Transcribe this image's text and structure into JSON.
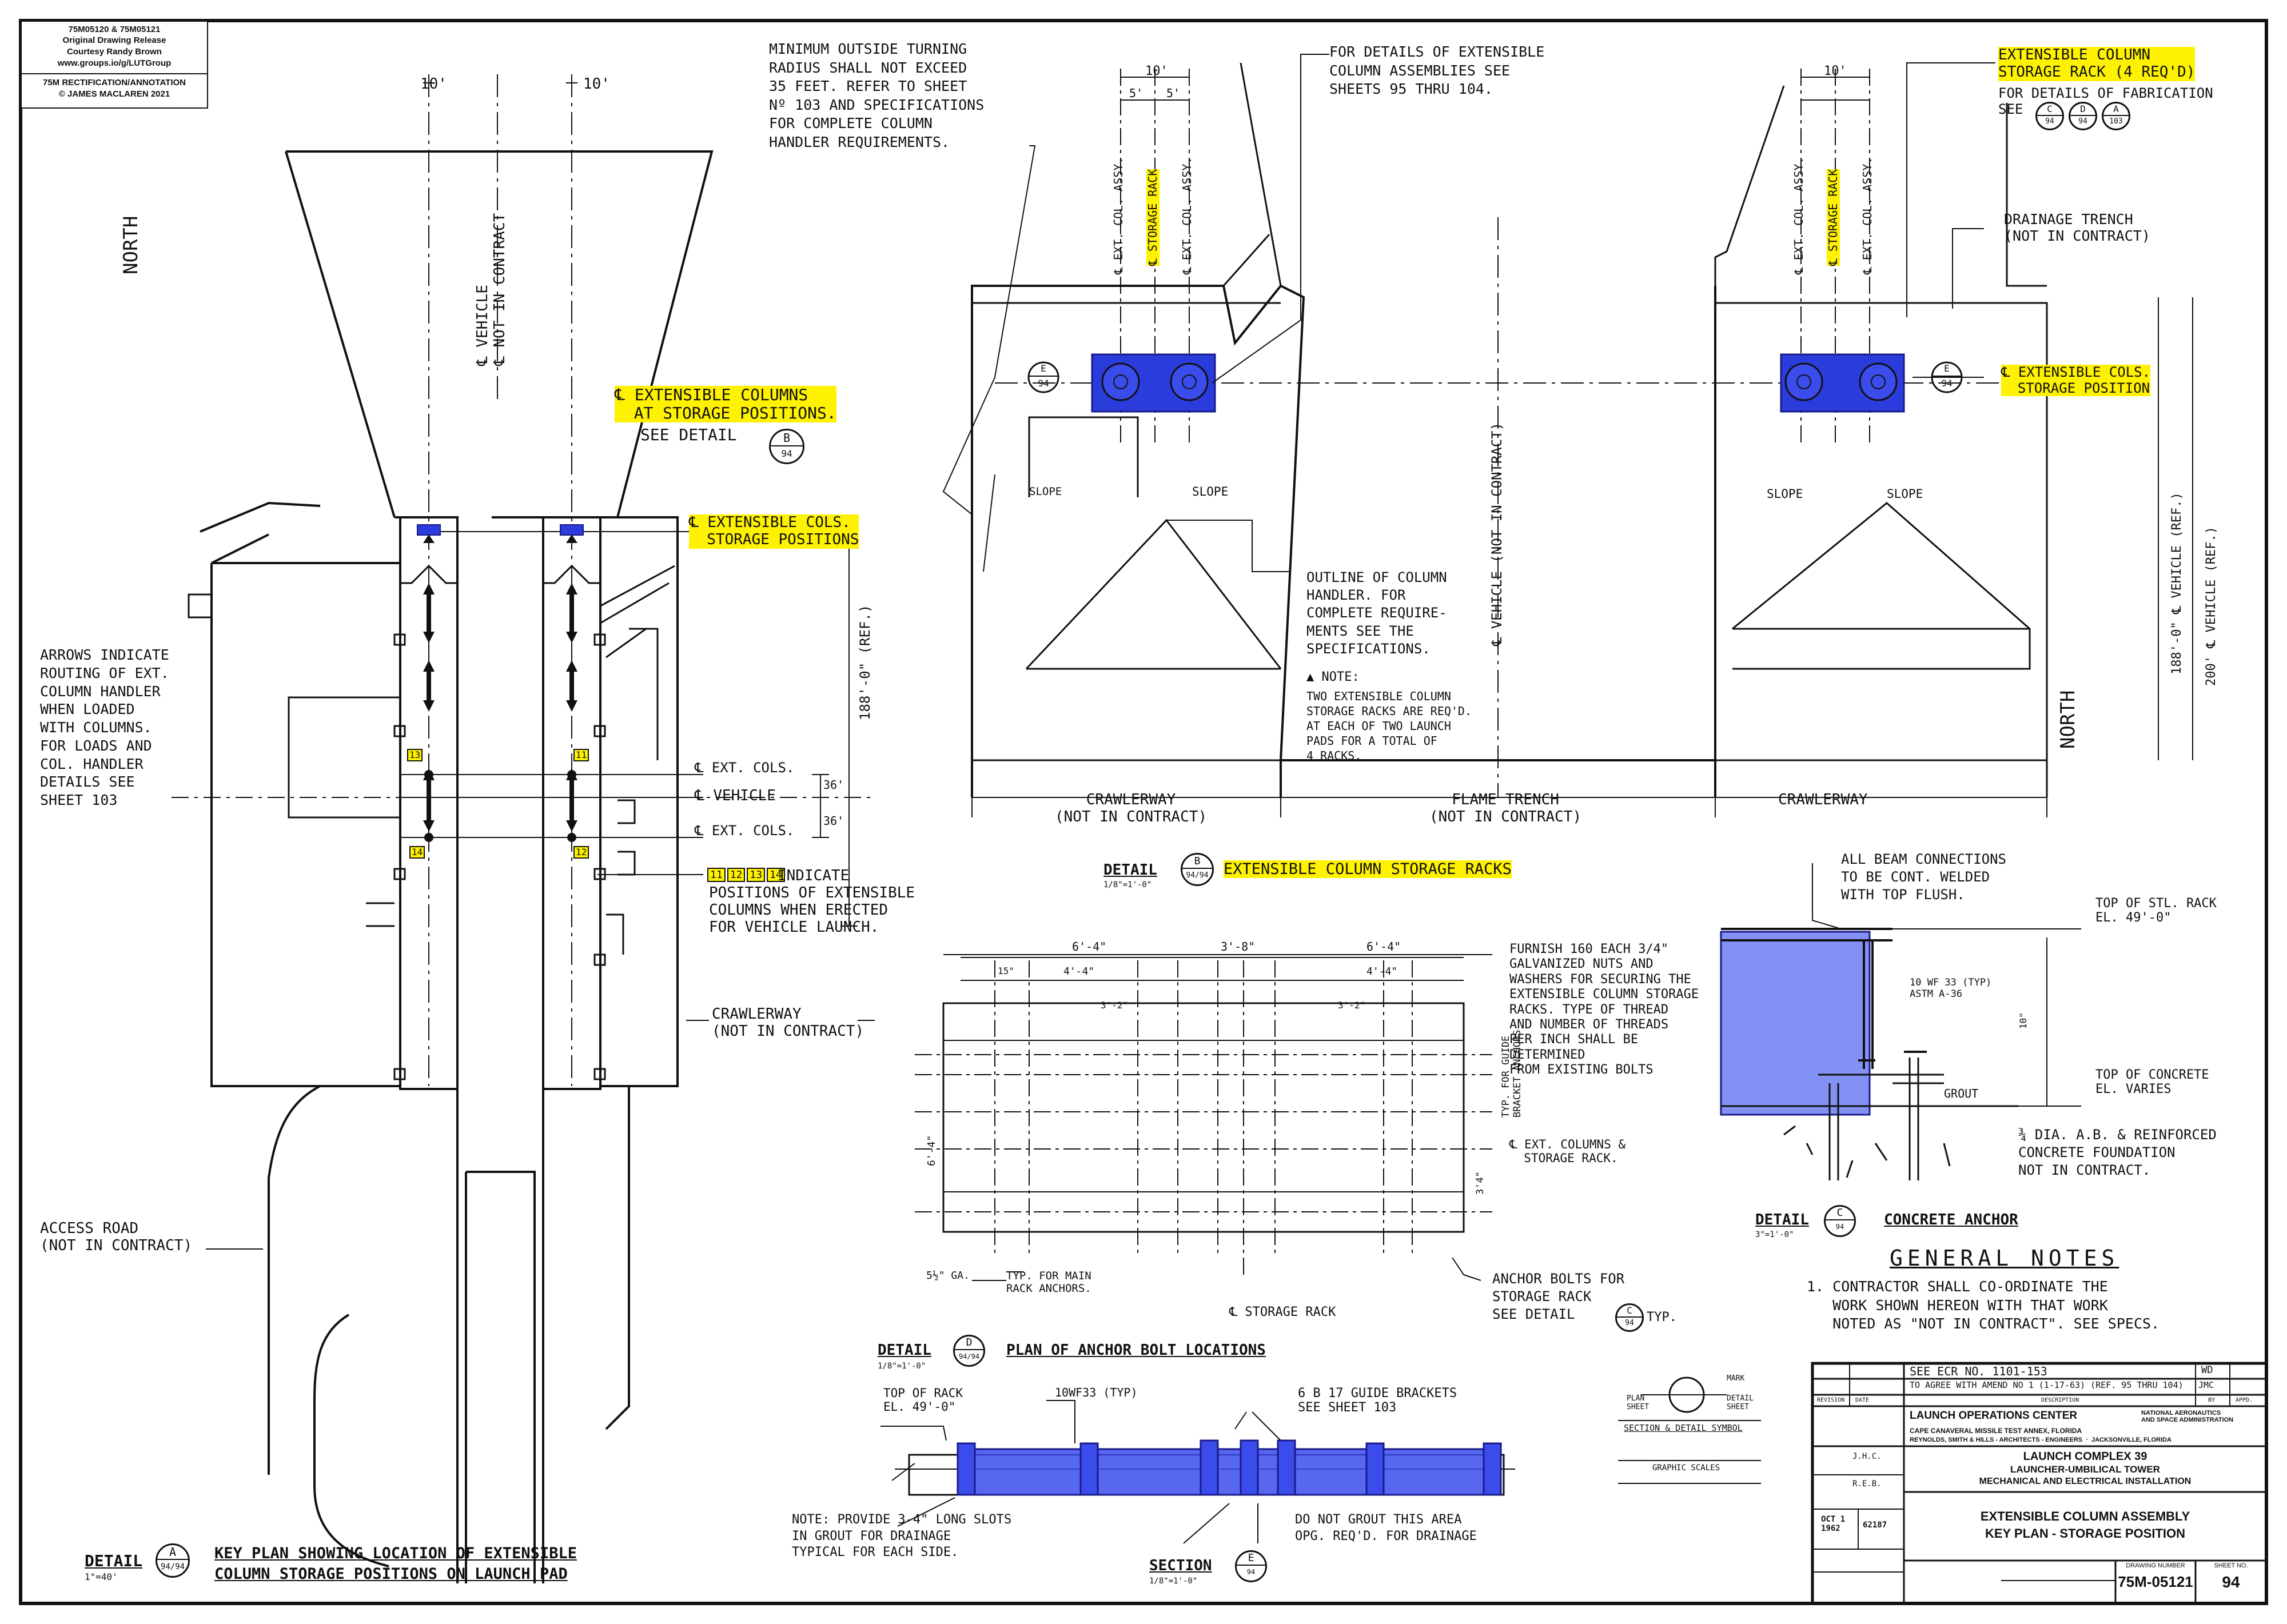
{
  "credit": {
    "line1": "75M05120 & 75M05121",
    "line2": "Original Drawing Release",
    "line3": "Courtesy Randy Brown",
    "line4": "www.groups.io/g/LUTGroup",
    "line5": "75M RECTIFICATION/ANNOTATION",
    "line6": "© JAMES MACLAREN 2021"
  },
  "key_plan": {
    "north": "NORTH",
    "dim_left": "10'",
    "dim_right": "10'",
    "vehicle": "℄ VEHICLE\n℄ NOT IN CONTRACT",
    "ext_cols_storage": "℄ EXTENSIBLE COLUMNS\n  AT STORAGE POSITIONS.",
    "see_detail": "SEE DETAIL",
    "detail_b_letter": "B",
    "detail_b_sheet": "94",
    "ext_cols_storage_pos": "℄ EXTENSIBLE COLS.\n  STORAGE POSITIONS",
    "arrows_note": "ARROWS INDICATE\nROUTING OF EXT.\nCOLUMN HANDLER\nWHEN LOADED\nWITH COLUMNS.\nFOR LOADS AND\nCOL. HANDLER\nDETAILS SEE\nSHEET 103",
    "dim_188": "188'-0\" (REF.)",
    "ext_cols_1": "℄ EXT. COLS.",
    "vehicle_2": "℄ VEHICLE",
    "ext_cols_2": "℄ EXT. COLS.",
    "dim_36a": "36'",
    "dim_36b": "36'",
    "indicate_nums": [
      "11",
      "12",
      "13",
      "14"
    ],
    "indicate_note": "INDICATE\nPOSITIONS OF EXTENSIBLE\nCOLUMNS WHEN ERECTED\nFOR VEHICLE LAUNCH.",
    "crawlerway": "CRAWLERWAY\n(NOT IN CONTRACT)",
    "access_road": "ACCESS ROAD\n(NOT IN CONTRACT)",
    "marker_11": "11",
    "marker_12": "12",
    "marker_13": "13",
    "marker_14": "14",
    "detail_a_label": "DETAIL",
    "detail_a_letter": "A",
    "detail_a_sheet": "94/94",
    "detail_a_scale": "1\"=40'",
    "detail_a_title": "KEY PLAN SHOWING LOCATION OF EXTENSIBLE\nCOLUMN STORAGE POSITIONS ON LAUNCH PAD"
  },
  "detail_b": {
    "min_radius_note": "MINIMUM OUTSIDE TURNING\nRADIUS SHALL NOT EXCEED\n35 FEET. REFER TO SHEET\nNº 103 AND SPECIFICATIONS\nFOR COMPLETE COLUMN\nHANDLER REQUIREMENTS.",
    "for_details_note": "FOR DETAILS OF EXTENSIBLE\nCOLUMN ASSEMBLIES SEE\nSHEETS 95 THRU 104.",
    "dim_10": "10'",
    "dim_5a": "5'",
    "dim_5b": "5'",
    "ext_col_assy_1": "℄ EXT. COL. ASSY.",
    "storage_rack": "℄ STORAGE RACK",
    "ext_col_assy_2": "℄ EXT. COL. ASSY.",
    "storage_rack_note": "EXTENSIBLE COLUMN\nSTORAGE RACK (4 REQ'D)",
    "fabrication_note": "FOR DETAILS OF FABRICATION\nSEE",
    "fab_c": "C",
    "fab_d": "D",
    "fab_a": "A",
    "fab_sheet_1": "94",
    "fab_sheet_2": "94",
    "fab_sheet_3": "103",
    "drainage": "DRAINAGE TRENCH\n(NOT IN CONTRACT)",
    "ext_cols_storage_pos": "℄ EXTENSIBLE COLS.\n  STORAGE POSITION",
    "slope_1": "SLOPE",
    "slope_2": "SLOPE",
    "slope_3": "SLOPE",
    "slope_4": "SLOPE",
    "vehicle_not": "℄ VEHICLE (NOT IN CONTRACT)",
    "outline_note": "OUTLINE OF COLUMN\nHANDLER. FOR\nCOMPLETE REQUIRE-\nMENTS SEE THE\nSPECIFICATIONS.",
    "note_label": "NOTE:",
    "note_text": "TWO EXTENSIBLE COLUMN\nSTORAGE RACKS ARE REQ'D.\nAT EACH OF TWO LAUNCH\nPADS FOR A TOTAL OF\n4 RACKS.",
    "dim_188_ref": "188'-0\" ℄ VEHICLE (REF.)",
    "dim_200_ref": "200' ℄ VEHICLE (REF.)",
    "north": "NORTH",
    "crawlerway_l": "CRAWLERWAY\n(NOT IN CONTRACT)",
    "flame_trench": "FLAME TRENCH\n(NOT IN CONTRACT)",
    "crawlerway_r": "CRAWLERWAY",
    "section_e": "E",
    "section_e_sheet": "94",
    "detail_label": "DETAIL",
    "detail_letter": "B",
    "detail_sheet": "94/94",
    "detail_scale": "1/8\"=1'-0\"",
    "detail_title": "EXTENSIBLE COLUMN STORAGE RACKS"
  },
  "detail_d": {
    "dim_64a": "6'-4\"",
    "dim_38": "3'-8\"",
    "dim_64b": "6'-4\"",
    "dim_44a": "4'-4\"",
    "dim_44b": "4'-4\"",
    "dim_32a": "3'-2\"",
    "dim_32b": "3'-2\"",
    "dim_15": "15\"",
    "dim_side": "6'-4\"",
    "furnish_note": "FURNISH 160 EACH 3/4\"\nGALVANIZED NUTS AND\nWASHERS FOR SECURING THE\nEXTENSIBLE COLUMN STORAGE\nRACKS. TYPE OF THREAD\nAND NUMBER OF THREADS\nPER INCH SHALL BE\nDETERMINED\nFROM EXISTING BOLTS",
    "typ_guide": "TYP. FOR GUIDE\nBRACKET ANCHORS",
    "ext_columns_storage": "℄ EXT. COLUMNS &\n  STORAGE RACK.",
    "dim_34": "3'4\"",
    "dim_gap": "5½\" GA.",
    "typ_main": "TYP. FOR MAIN\nRACK ANCHORS.",
    "storage_rack": "℄ STORAGE RACK",
    "anchor_bolts": "ANCHOR BOLTS FOR\nSTORAGE RACK\nSEE DETAIL",
    "anchor_c": "C",
    "anchor_sheet": "94",
    "anchor_typ": "TYP.",
    "detail_label": "DETAIL",
    "detail_letter": "D",
    "detail_sheet": "94/94",
    "detail_scale": "1/8\"=1'-0\"",
    "detail_title": "PLAN OF ANCHOR BOLT LOCATIONS"
  },
  "detail_c": {
    "beam_note": "ALL BEAM CONNECTIONS\nTO BE CONT. WELDED\nWITH TOP FLUSH.",
    "top_stl": "TOP OF STL. RACK\nEL. 49'-0\"",
    "beam_size": "10 WF 33 (TYP)\nASTM A-36",
    "top_concrete": "TOP OF CONCRETE\nEL. VARIES",
    "grout": "GROUT",
    "anchor_note": "¾ DIA. A.B. & REINFORCED\nCONCRETE FOUNDATION\nNOT IN CONTRACT.",
    "dim_10": "10\"",
    "detail_label": "DETAIL",
    "detail_letter": "C",
    "detail_sheet": "94",
    "detail_scale": "3\"=1'-0\"",
    "detail_title": "CONCRETE ANCHOR"
  },
  "general_notes": {
    "title": "GENERAL NOTES",
    "note1": "1. CONTRACTOR SHALL CO-ORDINATE THE\n   WORK SHOWN HEREON WITH THAT WORK\n   NOTED AS \"NOT IN CONTRACT\". SEE SPECS."
  },
  "section_e": {
    "top_rack": "TOP OF RACK\nEL. 49'-0\"",
    "beam": "10WF33 (TYP)",
    "guide": "6 B 17 GUIDE BRACKETS\nSEE SHEET 103",
    "note_slots": "NOTE: PROVIDE 3-4\" LONG SLOTS\nIN GROUT FOR DRAINAGE\nTYPICAL FOR EACH SIDE.",
    "do_not": "DO NOT GROUT THIS AREA\nOPG. REQ'D. FOR DRAINAGE",
    "section_label": "SECTION",
    "section_letter": "E",
    "section_sheet": "94",
    "section_scale": "1/8\"=1'-0\""
  },
  "symbol_key": {
    "plan_sheet": "PLAN\nSHEET",
    "mark": "MARK",
    "detail_sheet": "DETAIL\nSHEET",
    "title": "SECTION & DETAIL SYMBOL",
    "scales": "GRAPHIC SCALES"
  },
  "title_block": {
    "rev_b": "SEE ECR NO. 1101-153",
    "rev_a": "TO AGREE WITH AMEND NO 1 (1-17-63) (REF. 95 THRU 104)",
    "rev_wd": "WD",
    "rev_jmc": "JMC",
    "rev_col_1": "REVISION",
    "rev_col_2": "DATE",
    "rev_col_3": "DESCRIPTION",
    "rev_col_4": "BY",
    "rev_col_5": "APPD.",
    "center": "LAUNCH OPERATIONS CENTER",
    "nasa": "NATIONAL AERONAUTICS\nAND SPACE ADMINISTRATION",
    "location": "CAPE CANAVERAL MISSILE TEST ANNEX, FLORIDA",
    "architects": "REYNOLDS, SMITH & HILLS - ARCHITECTS - ENGINEERS  ·  JACKSONVILLE, FLORIDA",
    "complex": "LAUNCH COMPLEX 39",
    "tower": "LAUNCHER-UMBILICAL TOWER",
    "installation": "MECHANICAL AND ELECTRICAL INSTALLATION",
    "title1": "EXTENSIBLE COLUMN ASSEMBLY",
    "title2": "KEY PLAN - STORAGE POSITION",
    "drawn": "J.H.C.",
    "checked": "R.E.B.",
    "date": "OCT 1\n1962",
    "project": "62187",
    "drawing_no_label": "DRAWING NUMBER",
    "drawing_no": "75M-05121",
    "sheet_label": "SHEET NO.",
    "sheet_no": "94"
  }
}
